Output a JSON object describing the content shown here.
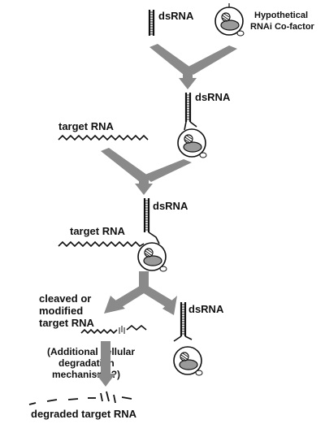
{
  "labels": {
    "dsrna_top": "dsRNA",
    "cofactor_line1": "Hypothetical",
    "cofactor_line2": "RNAi Co-factor",
    "dsrna_complex1": "dsRNA",
    "target_rna_1": "target RNA",
    "dsrna_complex2": "dsRNA",
    "target_rna_2": "target RNA",
    "cleaved_line1": "cleaved or",
    "cleaved_line2": "modified",
    "cleaved_line3": "target RNA",
    "dsrna_released": "dsRNA",
    "additional_line1": "(Additional cellular",
    "additional_line2": "degradation",
    "additional_line3": "mechanisms?)",
    "degraded": "degraded target RNA"
  },
  "colors": {
    "arrow_gray": "#8a8a8a",
    "ink": "#111111",
    "cofactor_fill": "#9a9a9a"
  }
}
